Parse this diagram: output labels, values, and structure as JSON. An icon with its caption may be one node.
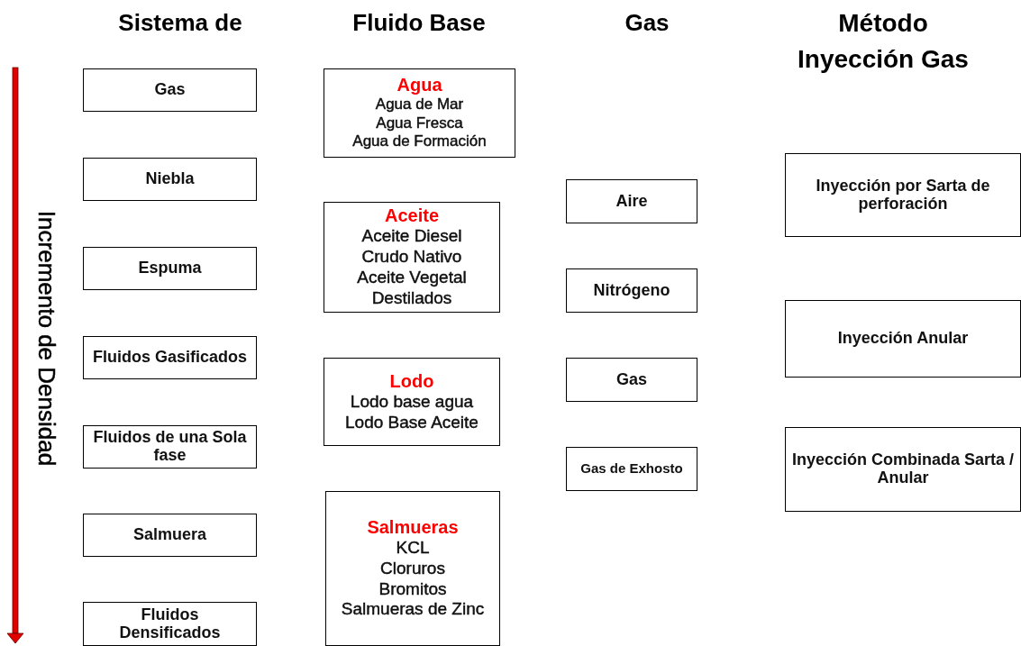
{
  "diagram": {
    "nodes": [
      {
        "text": [
          "Gas"
        ]
      },
      {
        "text": [
          "Niebla"
        ]
      },
      {
        "text": [
          "Espuma"
        ]
      },
      {
        "text": [
          "Fluidos Gasificados"
        ]
      },
      {
        "text": [
          "Fluidos de una Sola fase"
        ]
      },
      {
        "text": [
          "Salmuera"
        ]
      },
      {
        "text": [
          "Fluidos Densificados"
        ]
      },
      {
        "text": [
          "Agua",
          "Agua de Mar",
          "Agua Fresca",
          "Agua de Formación"
        ]
      },
      {
        "text": [
          "Aceite",
          "Aceite Diesel",
          "Crudo Nativo",
          "Aceite Vegetal",
          "Destilados"
        ]
      },
      {
        "text": [
          "Lodo",
          "Lodo base agua",
          "Lodo Base Aceite"
        ]
      },
      {
        "text": [
          "Salmueras",
          "KCL",
          "Cloruros",
          "Bromitos",
          "Salmueras de Zinc"
        ]
      },
      {
        "text": [
          "Aire"
        ]
      },
      {
        "text": [
          "Nitrógeno"
        ]
      },
      {
        "text": [
          "Gas"
        ]
      },
      {
        "text": [
          "Gas de Exhosto"
        ]
      },
      {
        "text": [
          "Inyección por Sarta de perforación"
        ]
      },
      {
        "text": [
          "Inyección Anular"
        ]
      },
      {
        "text": [
          "Inyección Combinada Sarta / Anular"
        ]
      }
    ],
    "edges": [],
    "labels": [
      "Sistema de",
      "Fluido Base",
      "Gas",
      "Método Inyección Gas",
      "Incremento de Densidad"
    ]
  }
}
